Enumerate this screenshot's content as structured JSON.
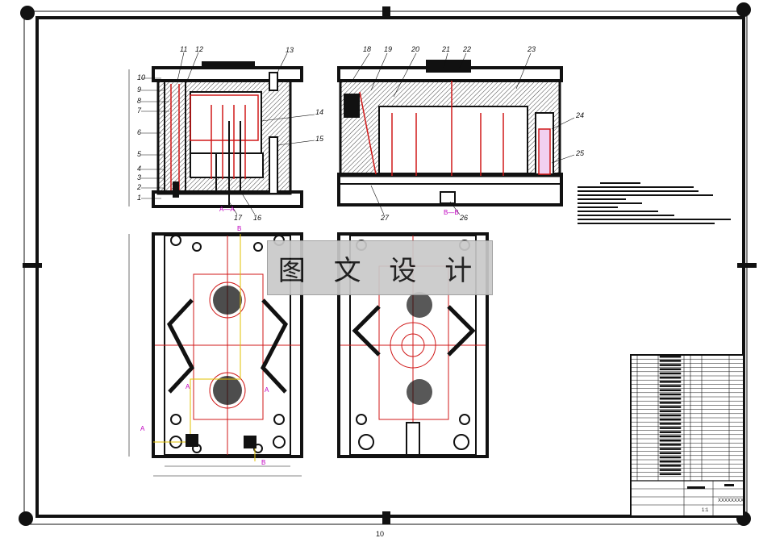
{
  "drawing": {
    "watermark": "图 文 设 计",
    "footer_text": "10",
    "section_labels": [
      "A—A",
      "B—B"
    ],
    "view_markers": [
      "A",
      "A",
      "A",
      "B",
      "B"
    ],
    "callouts_front": [
      "10",
      "9",
      "8",
      "7",
      "6",
      "5",
      "4",
      "3",
      "2",
      "1",
      "11",
      "12",
      "13",
      "14",
      "15",
      "16",
      "17"
    ],
    "callouts_side": [
      "18",
      "19",
      "20",
      "21",
      "22",
      "23",
      "24",
      "25",
      "26",
      "27"
    ],
    "colors": {
      "line": "#111111",
      "accent_red": "#d01818",
      "section_magenta": "#c000c0",
      "marker_yellow": "#e0c000",
      "hatch": "#444444"
    }
  },
  "title_block": {
    "parts_rows": 30,
    "drawing_number": "XXXXXXXX",
    "scale": "1:1"
  }
}
